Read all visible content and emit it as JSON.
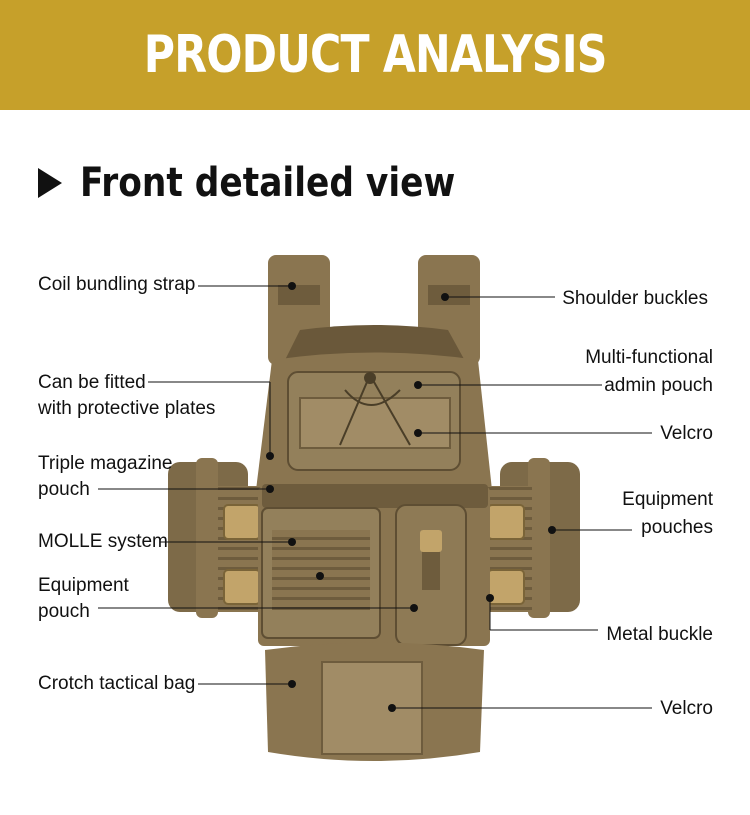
{
  "banner": {
    "title": "PRODUCT ANALYSIS",
    "color": "#c6a02a"
  },
  "section": {
    "title": "Front detailed view",
    "icon": "triangle-right-icon"
  },
  "callouts": {
    "coil_strap": "Coil bundling strap",
    "protective_plates": [
      "Can be fitted",
      "with protective plates"
    ],
    "triple_mag": [
      "Triple magazine",
      "pouch"
    ],
    "molle": "MOLLE system",
    "equipment_pouch_left": [
      "Equipment",
      "pouch"
    ],
    "crotch_bag": "Crotch tactical bag",
    "shoulder_buckles": "Shoulder buckles",
    "admin_pouch": [
      "Multi-functional",
      "admin pouch"
    ],
    "velcro_top": "Velcro",
    "equipment_pouches_right": [
      "Equipment",
      "pouches"
    ],
    "metal_buckle": "Metal buckle",
    "velcro_bottom": "Velcro"
  },
  "colors": {
    "vest": "#8a7550",
    "vest_dark": "#5e4e33",
    "vest_light": "#a89070",
    "buckle": "#c2a46a"
  }
}
